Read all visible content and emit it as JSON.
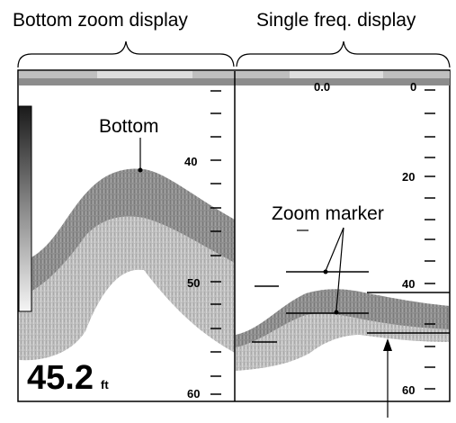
{
  "captions": {
    "bottom_zoom_display": "Bottom zoom display",
    "single_freq_display": "Single freq. display",
    "bottom_label": "Bottom",
    "zoom_marker_label": "Zoom marker"
  },
  "left_panel": {
    "depth_readout": "45.2",
    "depth_unit": "ft",
    "scale_labels": [
      "40",
      "50",
      "60"
    ]
  },
  "right_panel": {
    "header_value": "0.0",
    "top_scale_label": "0",
    "scale_labels": [
      "20",
      "40",
      "60"
    ]
  },
  "colors": {
    "echo_light": "#c8c8c8",
    "echo_mid": "#a8a8a8",
    "echo_dark": "#888888",
    "header_strip_dark": "#8c8c8c",
    "header_strip_light": "#d4d4d4"
  }
}
